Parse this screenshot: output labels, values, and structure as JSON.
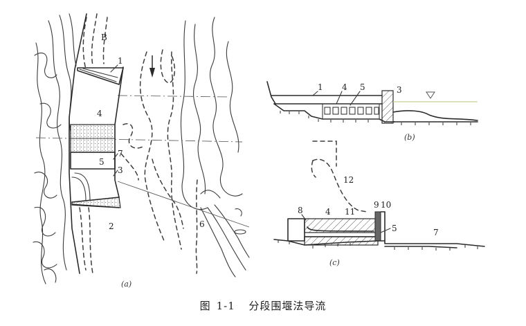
{
  "figure": {
    "number_prefix": "图",
    "number": "1-1",
    "title": "分段围堰法导流",
    "caption_full": "图 1-1 分段围堰法导流"
  },
  "panels": {
    "a": {
      "sublabel": "(a)",
      "view": "plan",
      "callouts": [
        "1",
        "2",
        "3",
        "4",
        "5",
        "6",
        "7"
      ],
      "flow_arrow": "down"
    },
    "b": {
      "sublabel": "(b)",
      "view": "longitudinal-section",
      "callouts": [
        "1",
        "4",
        "5",
        "3"
      ],
      "water_level_symbol": "▽"
    },
    "c": {
      "sublabel": "(c)",
      "view": "cross-section",
      "callouts": [
        "12",
        "8",
        "4",
        "11",
        "9",
        "10",
        "5",
        "7"
      ]
    }
  },
  "colors": {
    "ink": "#2a2a2a",
    "paper": "#ffffff",
    "water_line": "#c9cf9a"
  }
}
